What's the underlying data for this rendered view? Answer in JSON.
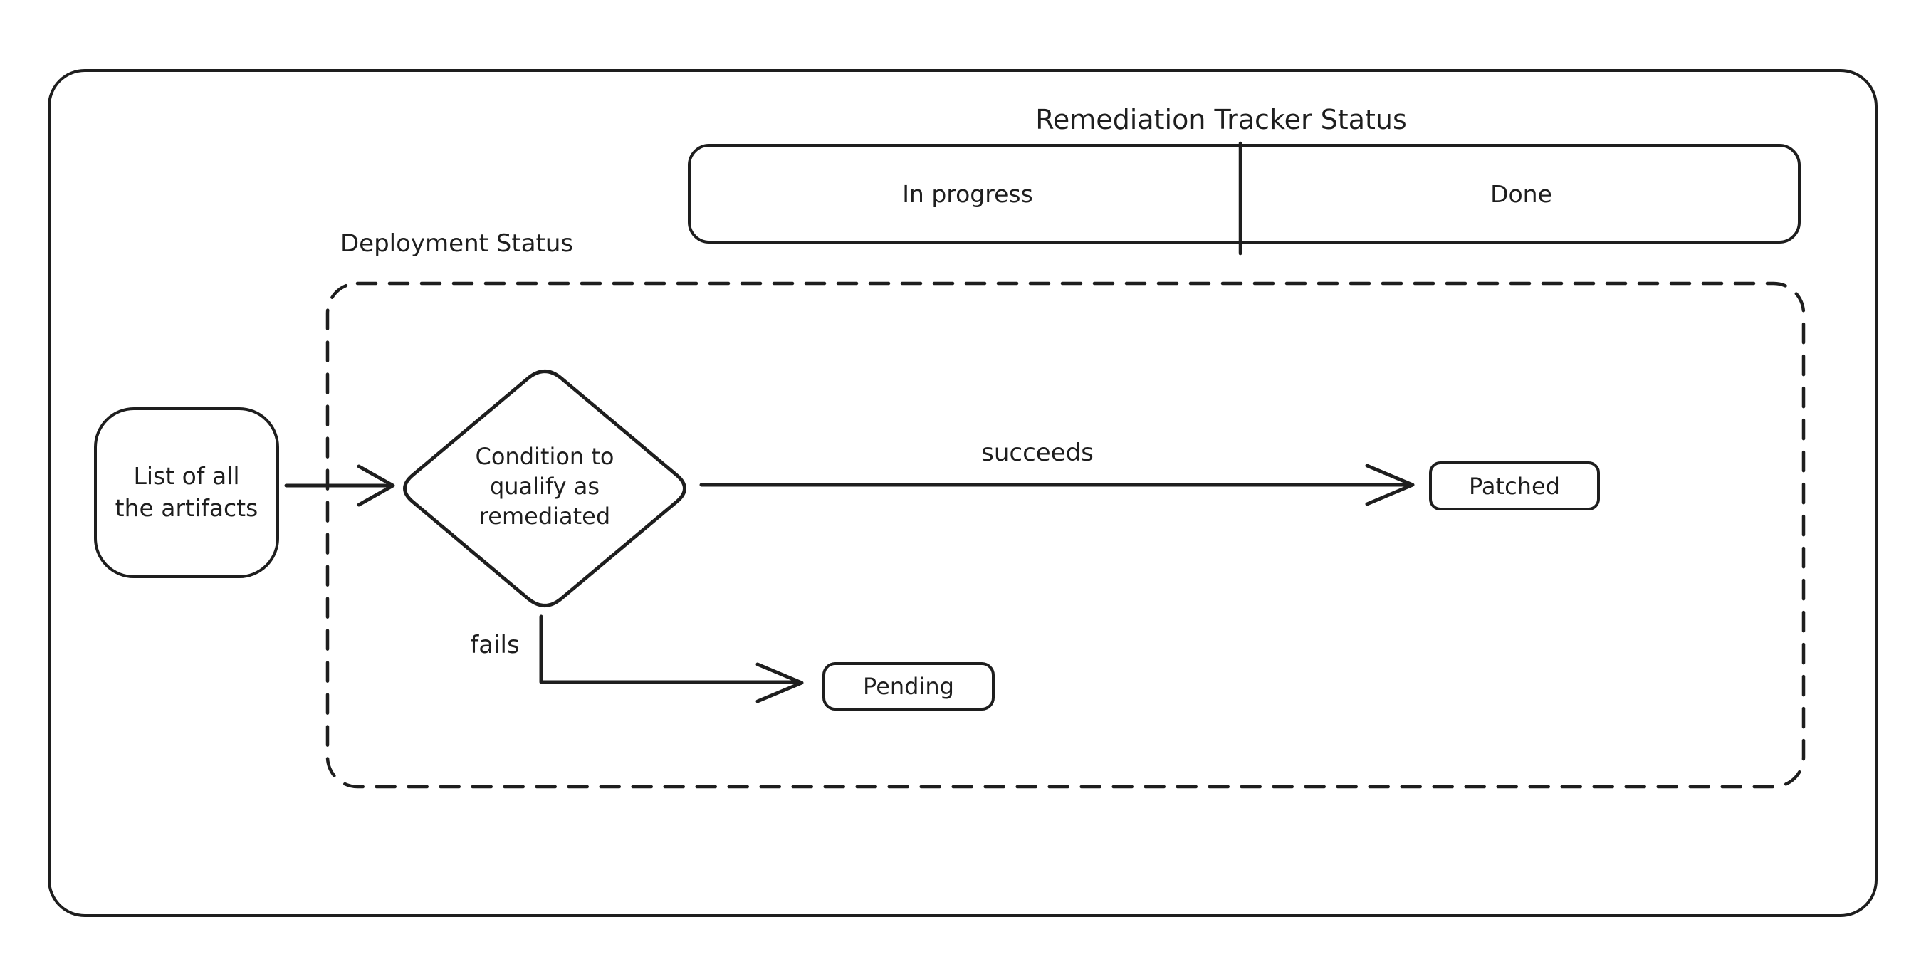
{
  "canvas": {
    "background": "#ffffff",
    "stroke_color": "#1e1e1e"
  },
  "header": {
    "title": "Remediation Tracker Status"
  },
  "tracker_bar": {
    "columns": [
      {
        "label": "In progress"
      },
      {
        "label": "Done"
      }
    ]
  },
  "deployment_group": {
    "label": "Deployment Status"
  },
  "nodes": {
    "artifacts": {
      "lines": [
        "List of all",
        "the artifacts"
      ]
    },
    "condition": {
      "lines": [
        "Condition to",
        "qualify as",
        "remediated"
      ]
    },
    "patched": {
      "label": "Patched"
    },
    "pending": {
      "label": "Pending"
    }
  },
  "edge_labels": {
    "succeeds": "succeeds",
    "fails": "fails"
  }
}
